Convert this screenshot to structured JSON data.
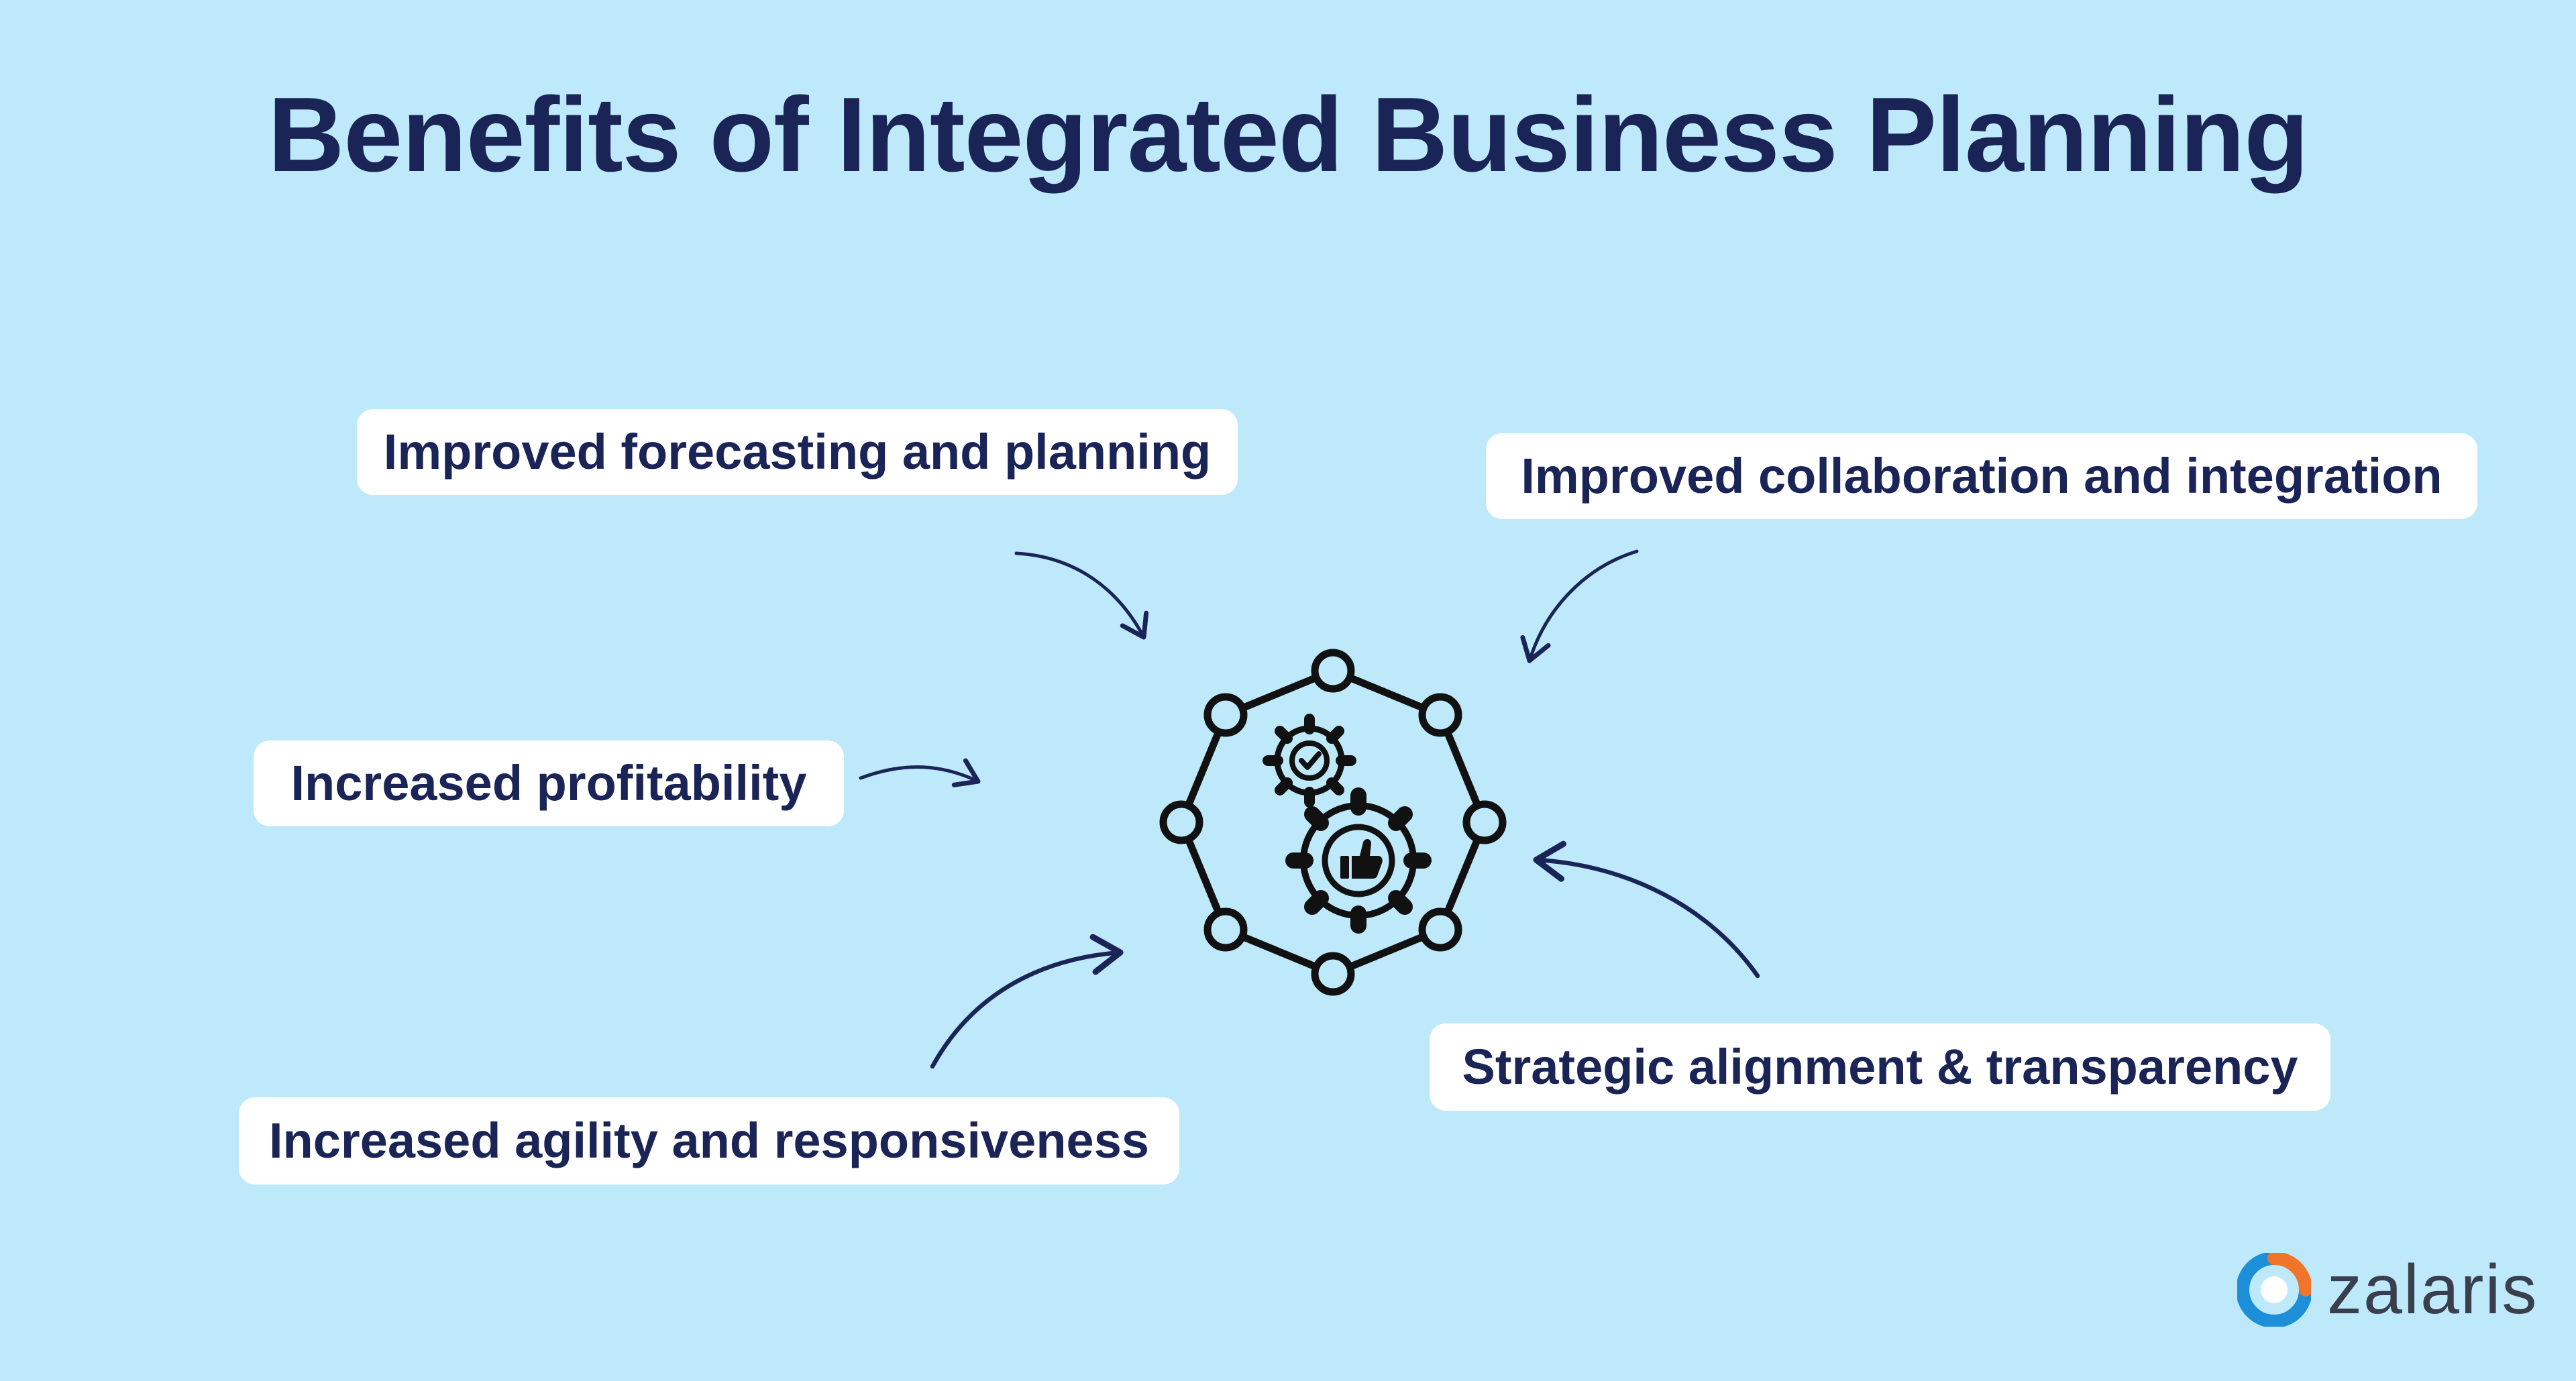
{
  "title": "Benefits of Integrated Business Planning",
  "benefits": [
    "Improved forecasting and planning",
    "Improved collaboration and integration",
    "Increased profitability",
    "Increased agility and responsiveness",
    "Strategic alignment & transparency"
  ],
  "center_icon": "gears-network-icon",
  "brand": {
    "name": "zalaris"
  },
  "colors": {
    "background": "#bee9fb",
    "text": "#1a2456",
    "box": "#ffffff",
    "arrow": "#1a2456",
    "logo_blue": "#1d8fd8",
    "logo_orange": "#f0742a"
  }
}
